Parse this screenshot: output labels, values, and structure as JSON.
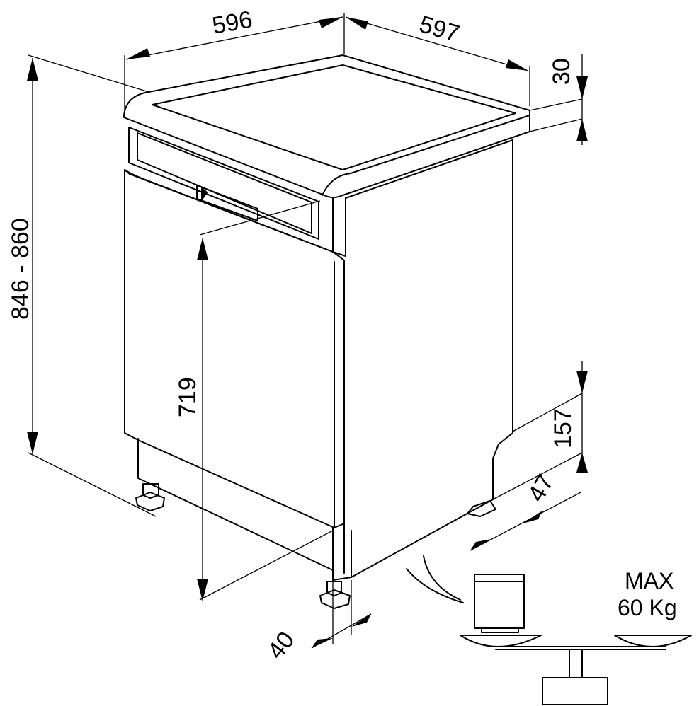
{
  "dimensions": {
    "width": "596",
    "depth": "597",
    "worktop_thickness": "30",
    "height_range": "846 - 860",
    "door_height": "719",
    "plinth_height": "157",
    "plinth_recess": "47",
    "foot_offset": "40"
  },
  "load_label": {
    "line1": "MAX",
    "line2": "60 Kg"
  },
  "colors": {
    "line": "#000000",
    "background": "#ffffff"
  }
}
